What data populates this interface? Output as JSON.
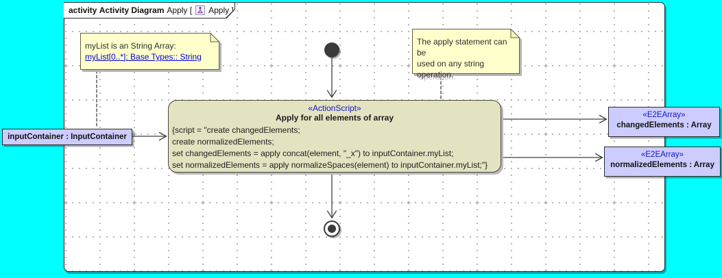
{
  "colors": {
    "background": "#00ffff",
    "canvas": "#ffffff",
    "note_fill": "#ffffcb",
    "action_fill": "#e3e3c1",
    "object_fill": "#ccccff",
    "stereotype_blue": "#1414c8",
    "link_blue": "#0000e0"
  },
  "frame": {
    "keyword": "activity",
    "title": "Activity Diagram",
    "ref_open": "Apply [",
    "ref_close": "Apply ]",
    "icon": "activity-diagram-icon"
  },
  "notes": {
    "mylist": {
      "text": "myList is an String Array:",
      "link": "myList[0..*]: Base Types:: String"
    },
    "apply": {
      "lines": [
        "The apply statement can be",
        "used on any string",
        "operation."
      ]
    }
  },
  "action": {
    "stereotype": "«ActionScript»",
    "name": "Apply for all elements of array",
    "script_lines": [
      "{script = \"create changedElements;",
      "create normalizedElements;",
      "set changedElements = apply concat(element, \"_x\") to inputContainer.myList;",
      "set normalizedElements = apply normalizeSpaces(element) to inputContainer.myList;\"}"
    ]
  },
  "objects": {
    "input": {
      "label": "inputContainer : InputContainer"
    },
    "changed": {
      "stereotype": "«E2EArray»",
      "label": "changedElements : Array"
    },
    "normalized": {
      "stereotype": "«E2EArray»",
      "label": "normalizedElements : Array"
    }
  }
}
